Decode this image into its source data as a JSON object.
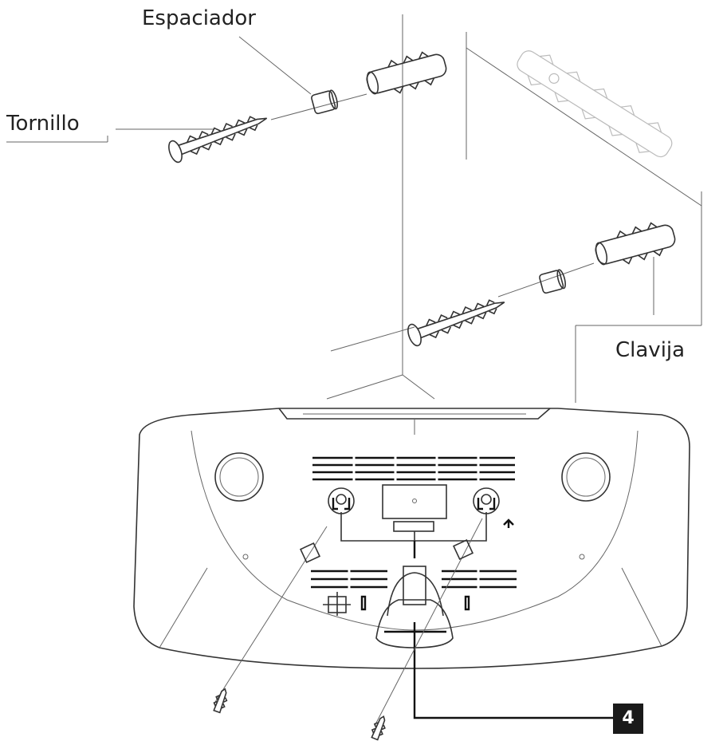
{
  "labels": {
    "spacer": "Espaciador",
    "screw": "Tornillo",
    "plug": "Clavija",
    "callout": "4"
  },
  "colors": {
    "ink": "#222222",
    "badge_bg": "#1a1a1a",
    "badge_text": "#ffffff",
    "ghost": "#bbbbbb"
  }
}
